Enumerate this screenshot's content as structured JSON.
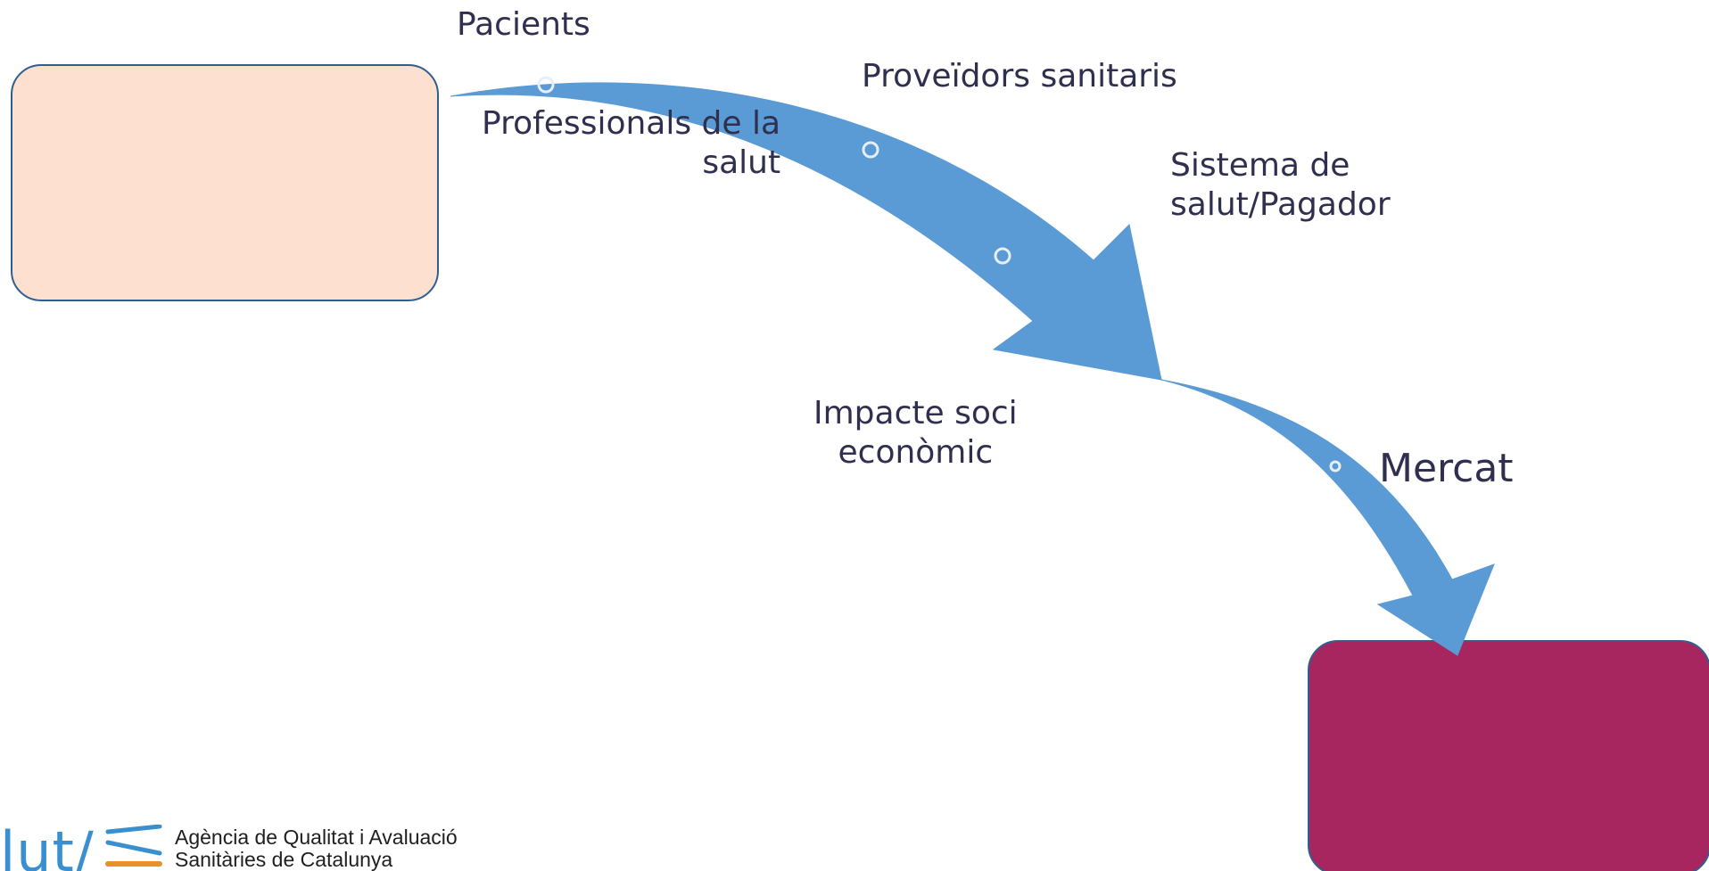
{
  "diagram": {
    "stakeholders": [
      {
        "id": "pacients",
        "lines": [
          "Pacients"
        ]
      },
      {
        "id": "professionals",
        "lines": [
          "Professionals de la",
          "salut"
        ]
      },
      {
        "id": "proveidors",
        "lines": [
          "Proveïdors sanitaris"
        ]
      },
      {
        "id": "sistema",
        "lines": [
          "Sistema de",
          "salut/Pagador"
        ]
      },
      {
        "id": "impacte",
        "lines": [
          "Impacte soci",
          "econòmic"
        ]
      },
      {
        "id": "mercat",
        "lines": [
          "Mercat"
        ]
      }
    ],
    "colors": {
      "start_box": "#fde0cf",
      "end_box": "#a7265f",
      "arrow": "#5b9bd5",
      "box_border": "#2f5f8f",
      "text": "#2f2f4f"
    }
  },
  "footer": {
    "logo_mark": "lut/",
    "org_line1": "Agència de Qualitat i Avaluació",
    "org_line2": "Sanitàries de Catalunya",
    "logo_colors": {
      "mark": "#3a8fd0",
      "stripe_blue": "#3a8fd0",
      "stripe_orange": "#e8902a"
    }
  }
}
